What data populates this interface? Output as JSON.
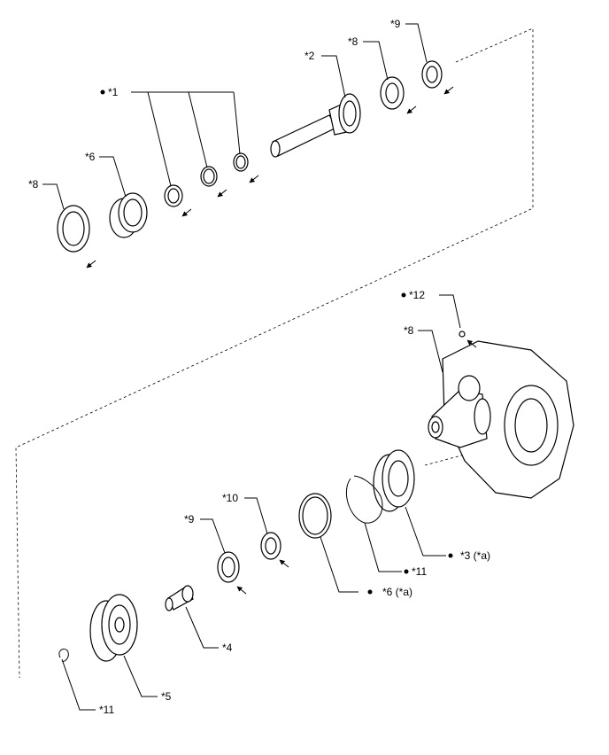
{
  "labels": {
    "c1": "*1",
    "c2": "*2",
    "c3": "*3 (*a)",
    "c4": "*4",
    "c5": "*5",
    "c6_top": "*6",
    "c6_bot": "*6 (*a)",
    "c8_top_left": "*8",
    "c8_top_right": "*8",
    "c8_case": "*8",
    "c9_top": "*9",
    "c9_bot": "*9",
    "c10": "*10",
    "c11_right": "*11",
    "c11_left": "*11",
    "c12": "*12"
  },
  "colors": {
    "line": "#000000",
    "fill": "#ffffff"
  }
}
